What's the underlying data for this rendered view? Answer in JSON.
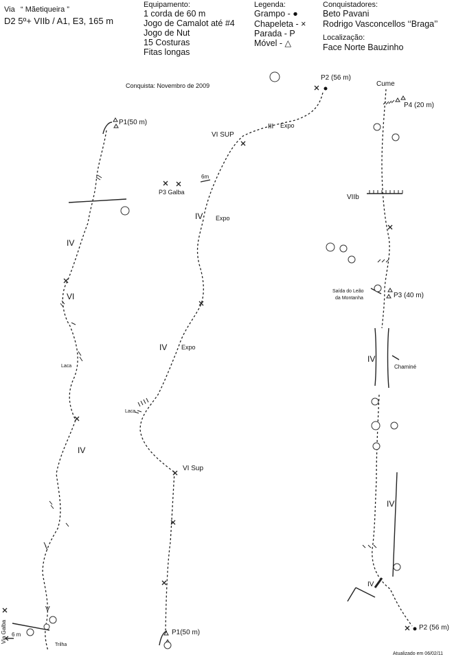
{
  "header": {
    "via_label": "Via",
    "route_name": "“ Mãetiqueira       ”",
    "grade_line": "D2 5º+ VIIb / A1, E3, 165 m",
    "conquista": "Conquista: Novembro de 2009"
  },
  "equipamento": {
    "title": "Equipamento:",
    "items": [
      "1 corda de 60 m",
      "Jogo de Camalot até #4",
      "Jogo de Nut",
      "15 Costuras",
      "Fitas  longas"
    ]
  },
  "legenda": {
    "title": "Legenda:",
    "grampo": "Grampo - ●",
    "chapeleta": "Chapeleta - ×",
    "parada": "Parada - P",
    "movel": "Móvel -  △"
  },
  "conquistadores": {
    "title": "Conquistadores:",
    "names": [
      "Beto Pavani",
      "Rodrigo Vasconcellos ‘‘Braga’’"
    ],
    "localizacao_title": "Localização:",
    "localizacao": "Face Norte Bauzinho"
  },
  "left_route": {
    "p1": "P1(50 m)",
    "grades": [
      "IV",
      "VI",
      "IV",
      "V"
    ],
    "laca": "Laca",
    "via_galba": "Via Galba",
    "six_m": "6 m",
    "trilha": "Trilha"
  },
  "middle_route": {
    "p2": "P2 (56 m)",
    "vi_sup_top": "VI SUP",
    "iii": "III",
    "expo_top": "Expo",
    "six_m": "6m",
    "p3_galba": "P3 Galba",
    "iv_upper": "IV",
    "expo_upper": "Expo",
    "iv_lower": "IV",
    "expo_lower": "Expo",
    "laca": "Laca",
    "vi_sup_bottom": "VI Sup",
    "p1": "P1(50 m)"
  },
  "right_route": {
    "cume": "Cume",
    "p4": "P4 (20 m)",
    "viib": "VIIb",
    "saida_line1": "Saída do Leão",
    "saida_line2": "da Montanha",
    "p3": "P3 (40 m)",
    "iv_chimney": "IV",
    "chamine": "Chaminé",
    "iv_right": "IV",
    "iv_bottom": "IV",
    "p2": "P2 (56 m)"
  },
  "footer": {
    "updated": "Atualizado em 06/02/11"
  }
}
